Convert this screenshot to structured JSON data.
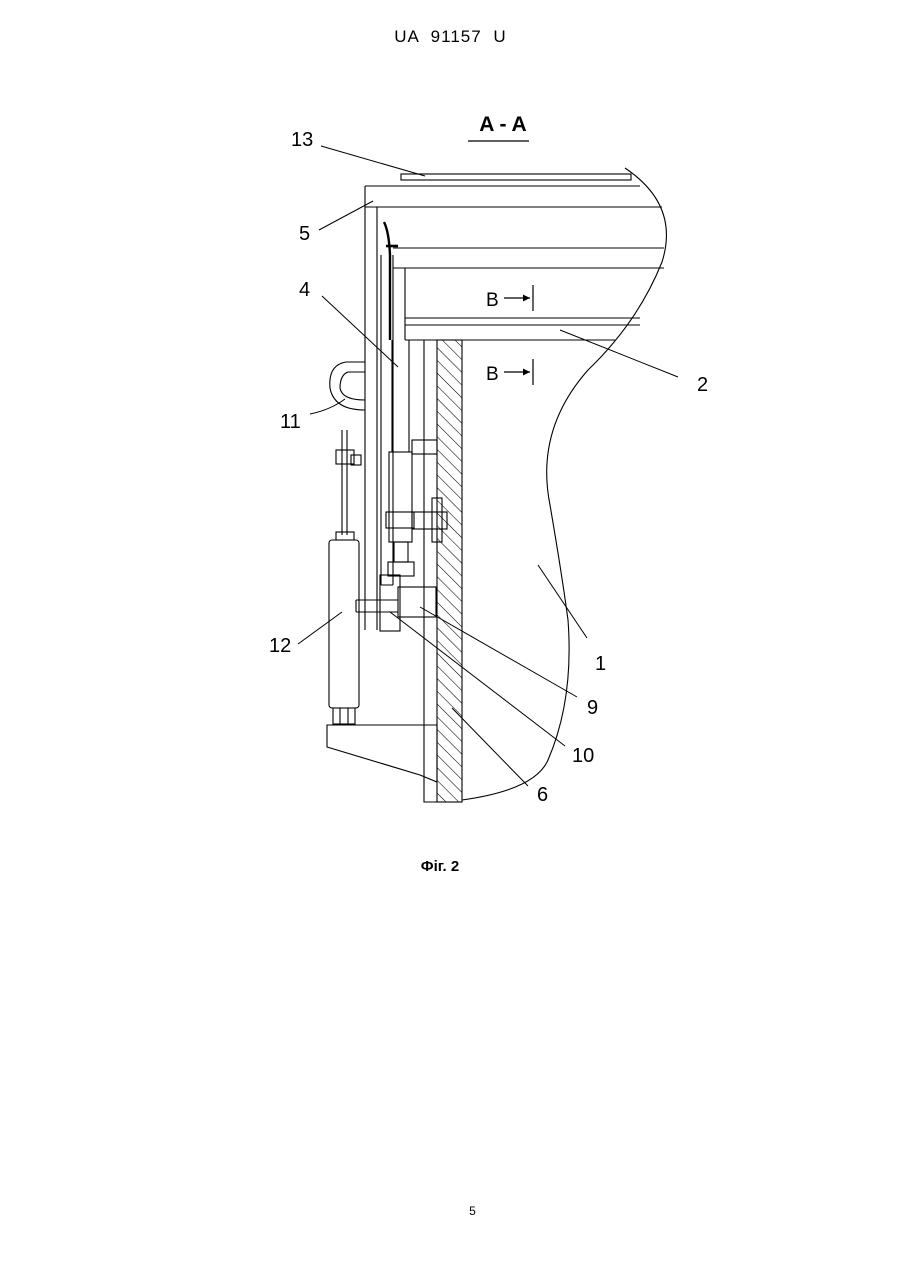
{
  "document": {
    "header": "UA 91157 U",
    "section_title": "A - A",
    "figure_caption": "Фіг. 2",
    "page_number": "5"
  },
  "labels": {
    "l13": "13",
    "l5": "5",
    "l4": "4",
    "l11": "11",
    "l12": "12",
    "l2": "2",
    "l1": "1",
    "l9": "9",
    "l10": "10",
    "l6": "6",
    "section_b_upper": "B",
    "section_b_lower": "B"
  },
  "colors": {
    "ink": "#000000",
    "paper": "#ffffff"
  }
}
